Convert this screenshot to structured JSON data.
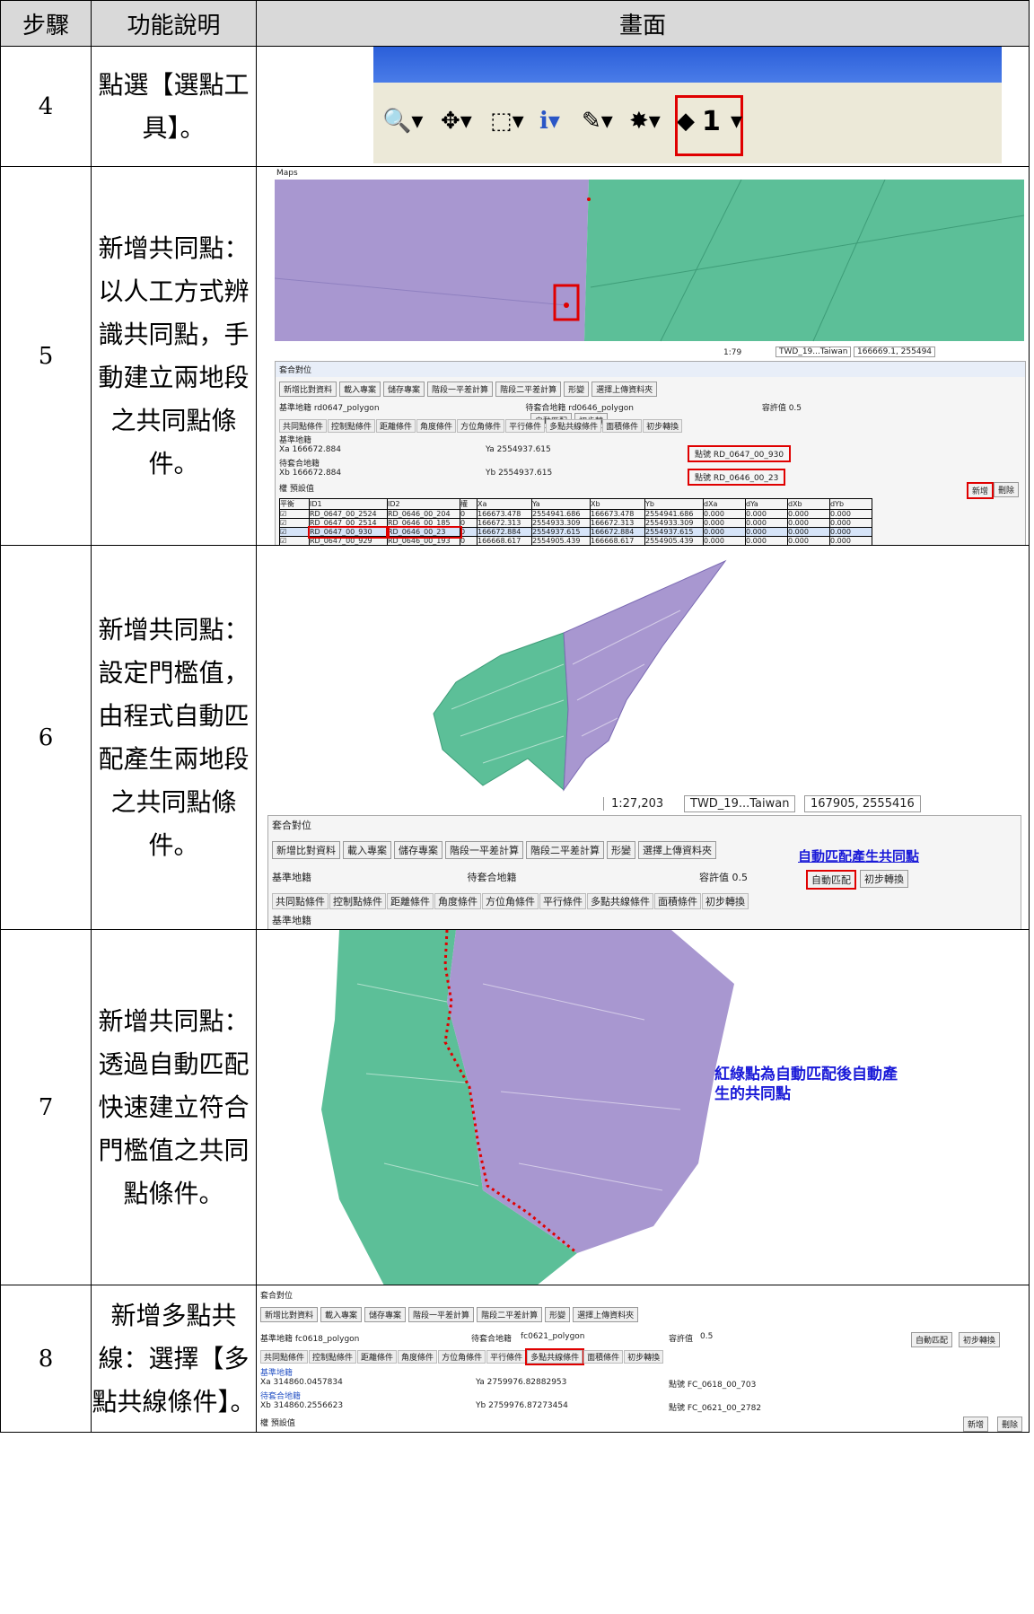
{
  "headers": {
    "step": "步驟",
    "desc": "功能說明",
    "screen": "畫面"
  },
  "rows": [
    {
      "step": "4",
      "desc": "點選【選點工具】。"
    },
    {
      "step": "5",
      "desc": "新增共同點：以人工方式辨識共同點，手動建立兩地段之共同點條件。"
    },
    {
      "step": "6",
      "desc": "新增共同點：設定門檻值，由程式自動匹配產生兩地段之共同點條件。"
    },
    {
      "step": "7",
      "desc": "新增共同點：透過自動匹配快速建立符合門檻值之共同點條件。"
    },
    {
      "step": "8",
      "desc": "新增多點共線：選擇【多點共線條件】。"
    }
  ],
  "shot4": {
    "highlight": "1"
  },
  "shot5": {
    "tab": "Maps",
    "scale": "1:79",
    "crs": "TWD_19...Taiwan",
    "coords": "166669.1, 255494",
    "panel_title": "套合對位",
    "buttons": [
      "新增比對資料",
      "載入專案",
      "儲存專案",
      "階段一平差計算",
      "階段二平差計算",
      "形變",
      "選擇上傳資料夾"
    ],
    "base_label": "基準地籍",
    "base_val": "rd0647_polygon",
    "target_label": "待套合地籍",
    "target_val": "rd0646_polygon",
    "tol_label": "容許值",
    "tol_val": "0.5",
    "auto": "自動匹配",
    "init": "初步轉",
    "tabs": [
      "共同點條件",
      "控制點條件",
      "距離條件",
      "角度條件",
      "方位角條件",
      "平行條件",
      "多點共線條件",
      "面積條件",
      "初步轉換"
    ],
    "xa": "Xa 166672.884",
    "ya": "Ya 2554937.615",
    "pa": "點號 RD_0647_00_930",
    "xb": "Xb 166672.884",
    "yb": "Yb 2554937.615",
    "pb": "點號 RD_0646_00_23",
    "weight": "權 預設值",
    "add": "新增",
    "del": "刪除",
    "cols": [
      "平衡",
      "ID1",
      "ID2",
      "權",
      "Xa",
      "Ya",
      "Xb",
      "Yb",
      "dXa",
      "dYa",
      "dXb",
      "dYb"
    ],
    "data": [
      [
        "☑",
        "RD_0647_00_2524",
        "RD_0646_00_204",
        "0",
        "166673.478",
        "2554941.686",
        "166673.478",
        "2554941.686",
        "0.000",
        "0.000",
        "0.000",
        "0.000"
      ],
      [
        "☑",
        "RD_0647_00_2514",
        "RD_0646_00_185",
        "0",
        "166672.313",
        "2554933.309",
        "166672.313",
        "2554933.309",
        "0.000",
        "0.000",
        "0.000",
        "0.000"
      ],
      [
        "☑",
        "RD_0647_00_930",
        "RD_0646_00_23",
        "0",
        "166672.884",
        "2554937.615",
        "166672.884",
        "2554937.615",
        "0.000",
        "0.000",
        "0.000",
        "0.000"
      ],
      [
        "☑",
        "RD_0647_00_929",
        "RD_0646_00_193",
        "0",
        "166668.617",
        "2554905.439",
        "166668.617",
        "2554905.439",
        "0.000",
        "0.000",
        "0.000",
        "0.000"
      ]
    ]
  },
  "shot6": {
    "scale": "1:27,203",
    "crs": "TWD_19...Taiwan",
    "coords": "167905, 2555416",
    "panel_title": "套合對位",
    "buttons": [
      "新增比對資料",
      "載入專案",
      "儲存專案",
      "階段一平差計算",
      "階段二平差計算",
      "形變",
      "選擇上傳資料夾"
    ],
    "base_label": "基準地籍",
    "target_label": "待套合地籍",
    "tol_label": "容許值",
    "tol_val": "0.5",
    "auto": "自動匹配",
    "init": "初步轉換",
    "tabs": [
      "共同點條件",
      "控制點條件",
      "距離條件",
      "角度條件",
      "方位角條件",
      "平行條件",
      "多點共線條件",
      "面積條件",
      "初步轉換"
    ],
    "base_sub": "基準地籍",
    "caption": "自動匹配產生共同點"
  },
  "shot7": {
    "caption": "紅綠點為自動匹配後自動產生的共同點"
  },
  "shot8": {
    "panel_title": "套合對位",
    "buttons": [
      "新增比對資料",
      "載入專案",
      "儲存專案",
      "階段一平差計算",
      "階段二平差計算",
      "形變",
      "選擇上傳資料夾"
    ],
    "base_label": "基準地籍",
    "base_val": "fc0618_polygon",
    "target_label": "待套合地籍",
    "target_val": "fc0621_polygon",
    "tol_label": "容許值",
    "tol_val": "0.5",
    "auto": "自動匹配",
    "init": "初步轉換",
    "tabs": [
      "共同點條件",
      "控制點條件",
      "距離條件",
      "角度條件",
      "方位角條件",
      "平行條件",
      "多點共線條件",
      "面積條件",
      "初步轉換"
    ],
    "sub_a": "基準地籍",
    "xa": "Xa 314860.0457834",
    "ya": "Ya 2759976.82882953",
    "pa": "點號 FC_0618_00_703",
    "sub_b": "待套合地籍",
    "xb": "Xb 314860.2556623",
    "yb": "Yb 2759976.87273454",
    "pb": "點號 FC_0621_00_2782",
    "weight": "權 預設值",
    "add": "新增",
    "del": "刪除"
  },
  "colors": {
    "red": "#e00000",
    "green": "#5cbf98",
    "purple": "#a897d0",
    "caption": "#1a1ad8"
  }
}
